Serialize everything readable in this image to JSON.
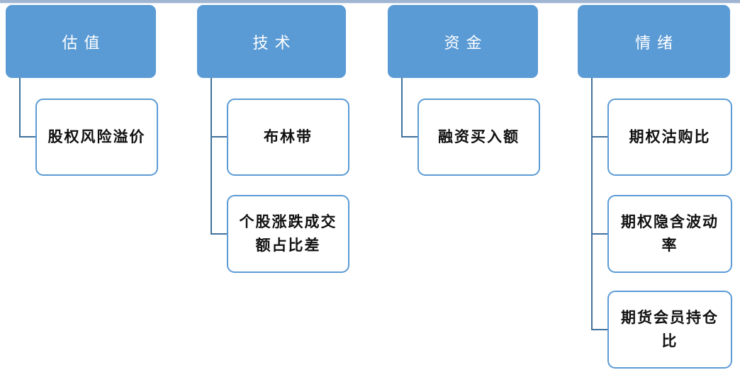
{
  "colors": {
    "header_fill": "#5B9BD5",
    "header_text": "#FFFFFF",
    "indicator_border": "#5B9BD5",
    "indicator_text": "#111111",
    "connector_line": "#41719C",
    "top_rule": "#9FB5D1"
  },
  "diagram": {
    "type": "hierarchy",
    "columns": [
      {
        "header": "估值",
        "children": [
          "股权风险溢价"
        ]
      },
      {
        "header": "技术",
        "children": [
          "布林带",
          "个股涨跌成交额占比差"
        ]
      },
      {
        "header": "资金",
        "children": [
          "融资买入额"
        ]
      },
      {
        "header": "情绪",
        "children": [
          "期权沽购比",
          "期权隐含波动率",
          "期货会员持仓比"
        ]
      }
    ]
  }
}
